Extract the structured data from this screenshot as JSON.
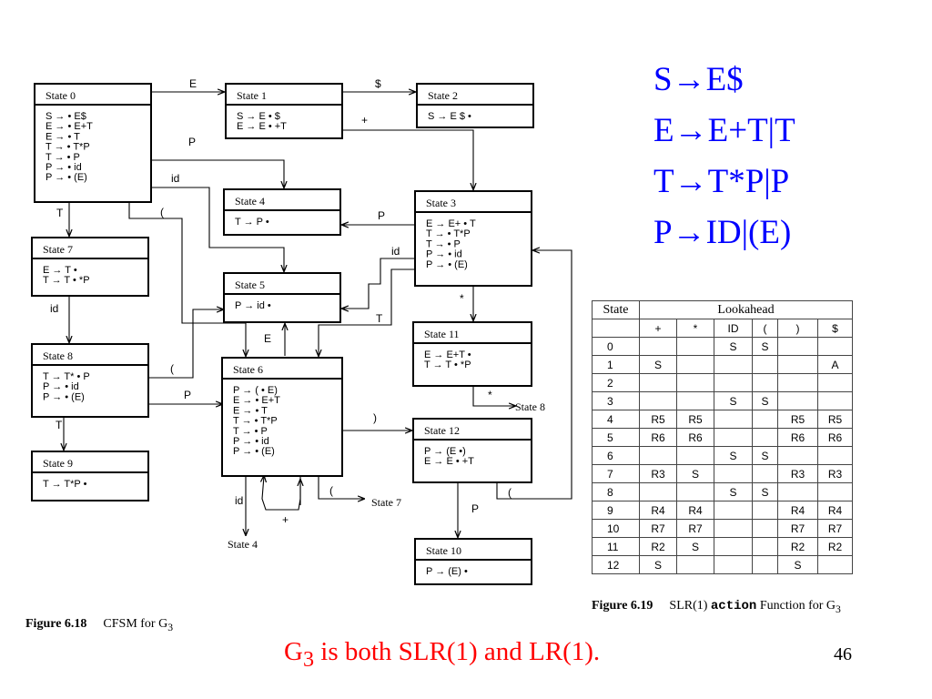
{
  "grammar": [
    "S→E$",
    "E→E+T|T",
    "T→T*P|P",
    "P→ID|(E)"
  ],
  "states": [
    {
      "id": "s0",
      "title": "State 0",
      "items": [
        "S → • E$",
        "E → • E+T",
        "E → • T",
        "T → • T*P",
        "T → • P",
        "P → • id",
        "P → • (E)"
      ]
    },
    {
      "id": "s1",
      "title": "State 1",
      "items": [
        "S → E • $",
        "E → E • +T"
      ]
    },
    {
      "id": "s2",
      "title": "State 2",
      "items": [
        "S → E $ •"
      ]
    },
    {
      "id": "s3",
      "title": "State 3",
      "items": [
        "E → E+ • T",
        "T → • T*P",
        "T → • P",
        "P → • id",
        "P → • (E)"
      ]
    },
    {
      "id": "s4",
      "title": "State 4",
      "items": [
        "T → P •"
      ]
    },
    {
      "id": "s5",
      "title": "State 5",
      "items": [
        "P → id •"
      ]
    },
    {
      "id": "s6",
      "title": "State 6",
      "items": [
        "P → ( • E)",
        "E → • E+T",
        "E → • T",
        "T → • T*P",
        "T → • P",
        "P → • id",
        "P → • (E)"
      ]
    },
    {
      "id": "s7",
      "title": "State 7",
      "items": [
        "E → T •",
        "T → T • *P"
      ]
    },
    {
      "id": "s8",
      "title": "State 8",
      "items": [
        "T → T* • P",
        "P → • id",
        "P → • (E)"
      ]
    },
    {
      "id": "s9",
      "title": "State 9",
      "items": [
        "T → T*P •"
      ]
    },
    {
      "id": "s10",
      "title": "State 10",
      "items": [
        "P → (E) •"
      ]
    },
    {
      "id": "s11",
      "title": "State 11",
      "items": [
        "E → E+T •",
        "T → T • *P"
      ]
    },
    {
      "id": "s12",
      "title": "State 12",
      "items": [
        "P → (E •)",
        "E → E • +T"
      ]
    }
  ],
  "edge_labels": [
    "E",
    "$",
    "+",
    "P",
    "id",
    "(",
    "T",
    "P",
    "id",
    "T",
    "*",
    "*",
    "id",
    "(",
    "P",
    "E",
    "T",
    ")",
    "(",
    "P",
    "+",
    "id",
    "("
  ],
  "dangling_targets": [
    "State 8",
    "State 7",
    "State 4"
  ],
  "figure_left": {
    "number": "Figure 6.18",
    "text": "CFSM for G",
    "sub": "3"
  },
  "figure_right": {
    "number": "Figure 6.19",
    "pre": "SLR(1)",
    "code": "action",
    "post": "Function for G",
    "sub": "3"
  },
  "table": {
    "state_header": "State",
    "lookahead_header": "Lookahead",
    "columns": [
      "+",
      "*",
      "ID",
      "(",
      ")",
      "$"
    ],
    "rows": [
      [
        "0",
        "",
        "",
        "S",
        "S",
        "",
        ""
      ],
      [
        "1",
        "S",
        "",
        "",
        "",
        "",
        "A"
      ],
      [
        "2",
        "",
        "",
        "",
        "",
        "",
        ""
      ],
      [
        "3",
        "",
        "",
        "S",
        "S",
        "",
        ""
      ],
      [
        "4",
        "R5",
        "R5",
        "",
        "",
        "R5",
        "R5"
      ],
      [
        "5",
        "R6",
        "R6",
        "",
        "",
        "R6",
        "R6"
      ],
      [
        "6",
        "",
        "",
        "S",
        "S",
        "",
        ""
      ],
      [
        "7",
        "R3",
        "S",
        "",
        "",
        "R3",
        "R3"
      ],
      [
        "8",
        "",
        "",
        "S",
        "S",
        "",
        ""
      ],
      [
        "9",
        "R4",
        "R4",
        "",
        "",
        "R4",
        "R4"
      ],
      [
        "10",
        "R7",
        "R7",
        "",
        "",
        "R7",
        "R7"
      ],
      [
        "11",
        "R2",
        "S",
        "",
        "",
        "R2",
        "R2"
      ],
      [
        "12",
        "S",
        "",
        "",
        "",
        "S",
        ""
      ]
    ]
  },
  "bottom": {
    "pre": "G",
    "sub": "3",
    "post": " is both SLR(1) and LR(1)."
  },
  "page_number": "46"
}
